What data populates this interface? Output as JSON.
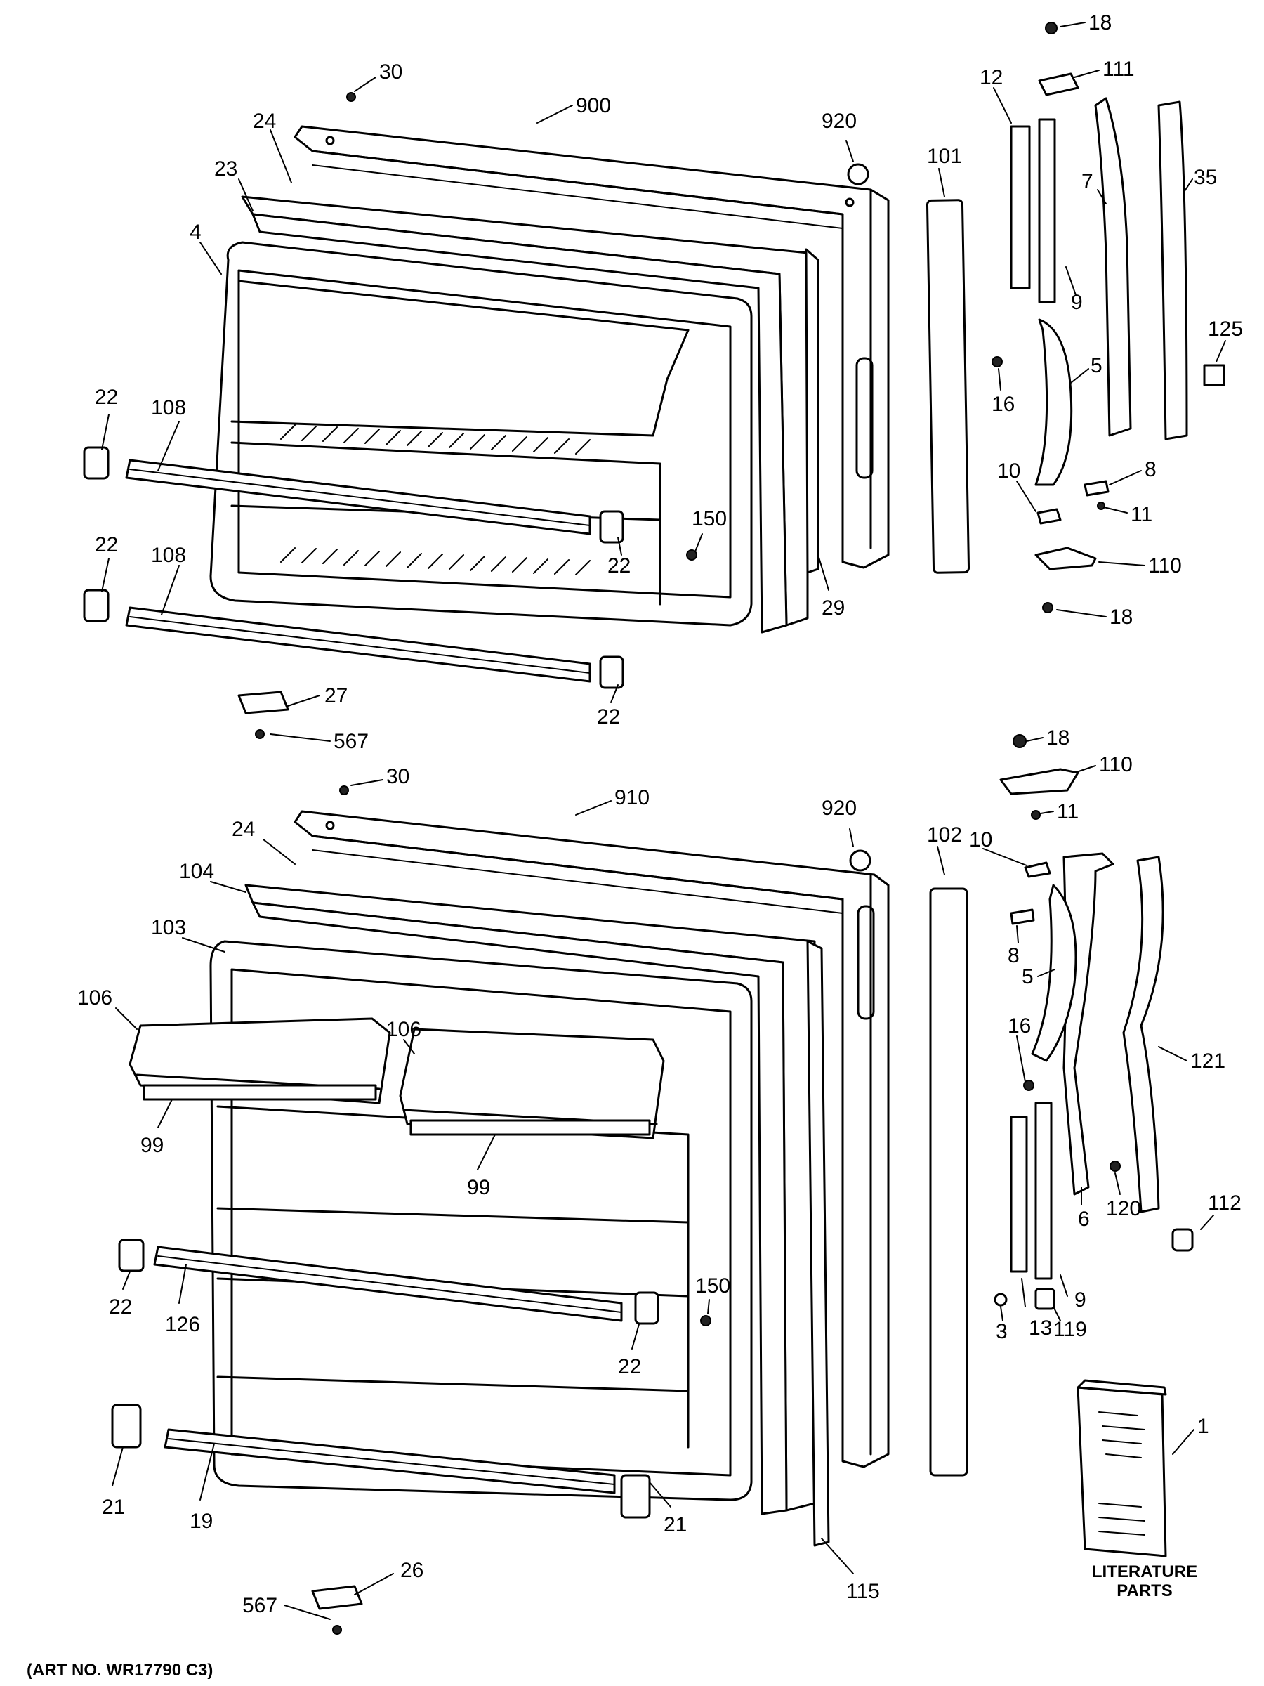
{
  "freezer_door": {
    "labels": {
      "screw_top": "30",
      "panel": "900",
      "plug": "920",
      "gasket": "24",
      "liner_outer": "23",
      "liner": "4",
      "trim_strip": "101",
      "shelf_front_upper": "108",
      "shelf_front_lower": "108",
      "shelf_end_left_upper": "22",
      "shelf_end_left_lower": "22",
      "shelf_end_right_upper": "22",
      "shelf_end_right_lower": "22",
      "screw_mid": "150",
      "spacer": "29",
      "hinge_plate": "27",
      "hinge_screw": "567"
    }
  },
  "freezer_handle": {
    "labels": {
      "screw_top": "18",
      "cap_top": "111",
      "strip": "12",
      "bar": "9",
      "handle_trim": "7",
      "handle_cover": "35",
      "pad": "125",
      "screw": "16",
      "handle": "5",
      "mount": "10",
      "clip": "8",
      "screw_small": "11",
      "cap_bottom": "110",
      "screw_bottom": "18"
    }
  },
  "fresh_food_door": {
    "labels": {
      "screw_top": "30",
      "panel": "910",
      "plug": "920",
      "gasket": "24",
      "liner_outer": "104",
      "liner": "103",
      "bin_left": "106",
      "bin_right": "106",
      "bin_trim_left": "99",
      "bin_trim_right": "99",
      "shelf_front_upper": "126",
      "shelf_end_left_upper": "22",
      "shelf_end_right_upper": "22",
      "screw_mid": "150",
      "shelf_front_lower": "19",
      "shelf_end_left_lower": "21",
      "shelf_end_right_lower": "21",
      "spacer": "115",
      "trim_strip": "102",
      "hinge_plate": "26",
      "hinge_screw": "567"
    }
  },
  "fresh_food_handle": {
    "labels": {
      "screw_top": "18",
      "cap_top": "110",
      "screw_small": "11",
      "mount": "10",
      "clip": "8",
      "handle": "5",
      "screw": "16",
      "handle_trim": "6",
      "handle_cover": "121",
      "screw_bottom": "120",
      "bar": "9",
      "strip": "13",
      "washer": "3",
      "cap_bottom": "119",
      "plug": "112"
    }
  },
  "literature": {
    "number": "1",
    "line1": "LITERATURE",
    "line2": "PARTS"
  },
  "art_number": "(ART NO. WR17790 C3)"
}
